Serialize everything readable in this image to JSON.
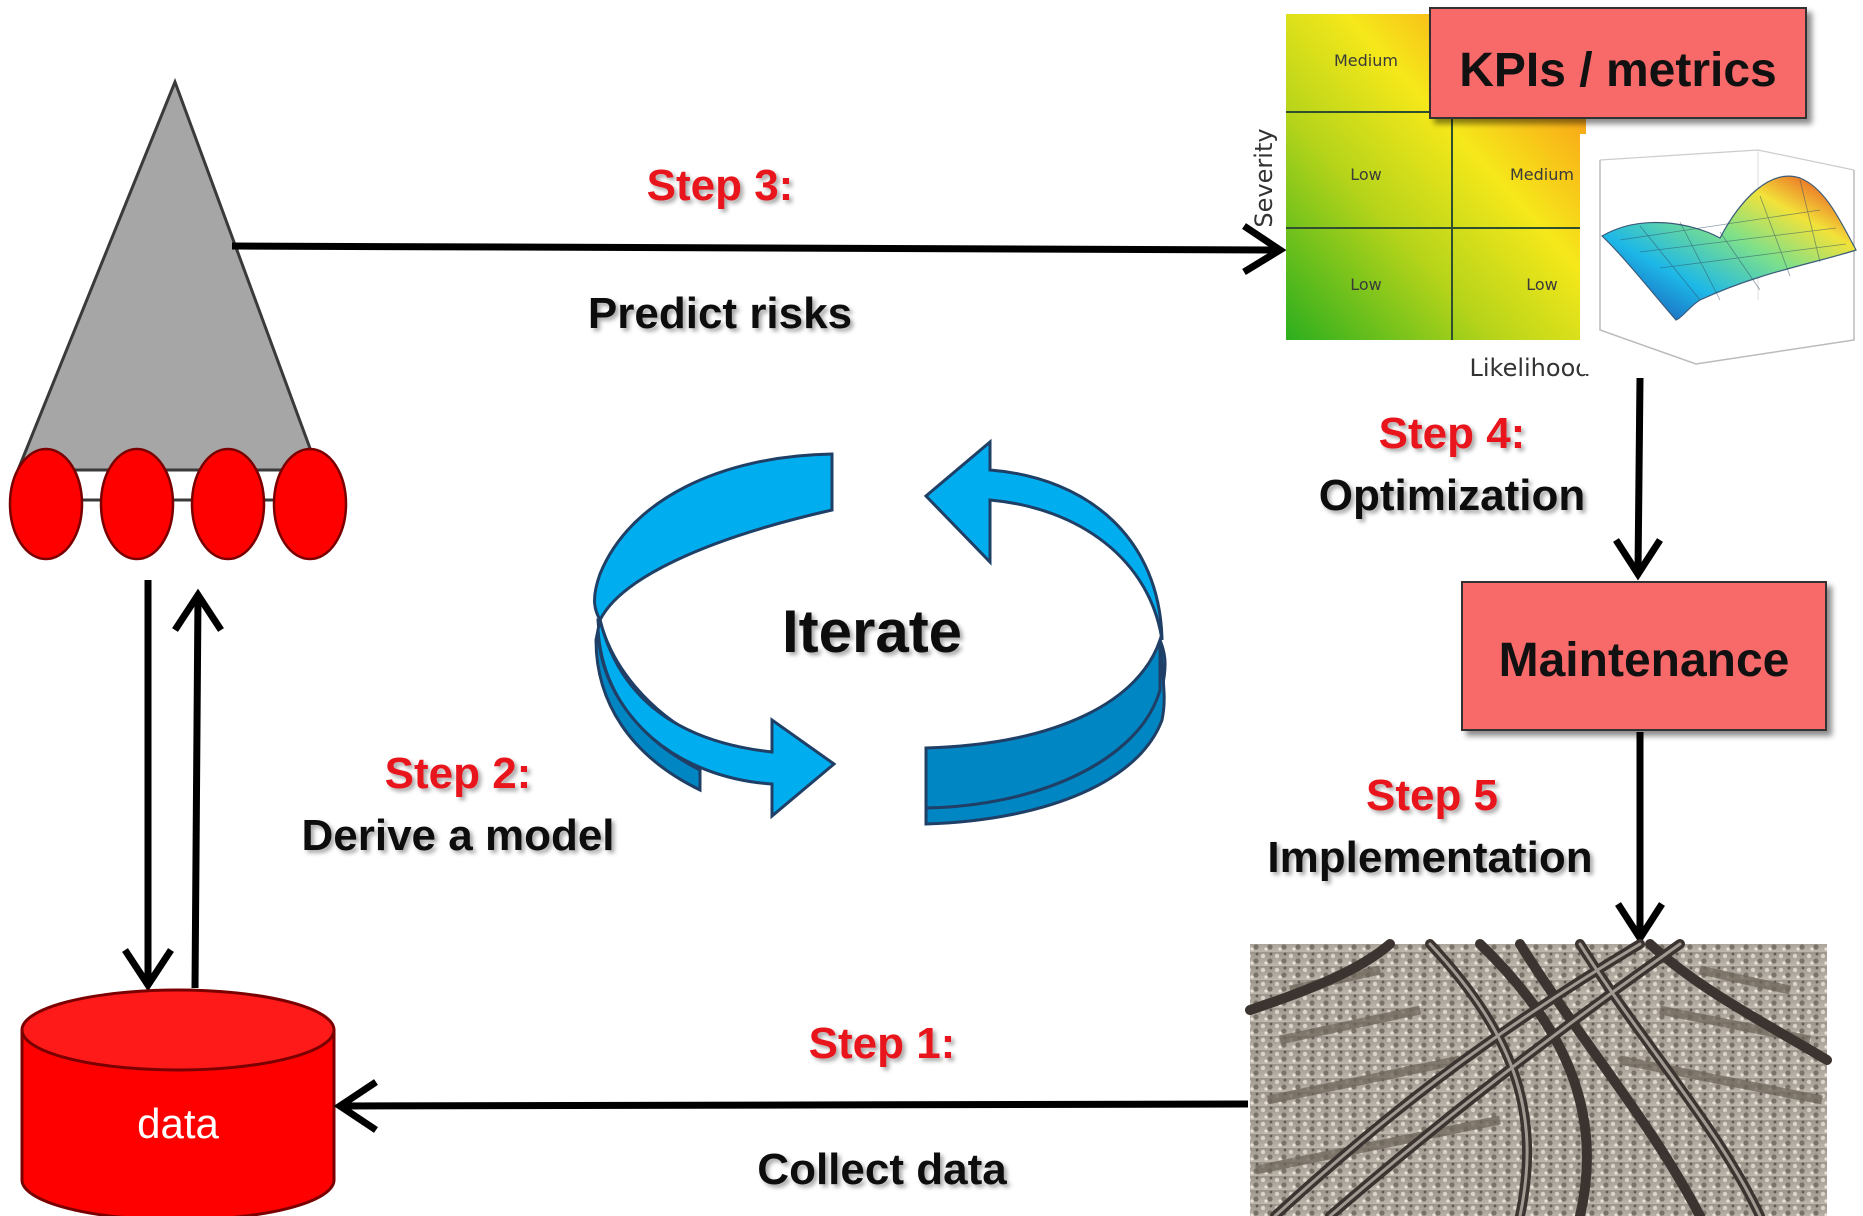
{
  "steps": {
    "step1": {
      "label": "Step 1:",
      "description": "Collect data"
    },
    "step2": {
      "label": "Step 2:",
      "description": "Derive a model"
    },
    "step3": {
      "label": "Step 3:",
      "description": "Predict risks"
    },
    "step4": {
      "label": "Step 4:",
      "description": "Optimization"
    },
    "step5": {
      "label": "Step 5",
      "description": "Implementation"
    }
  },
  "cycle": {
    "label": "Iterate"
  },
  "database": {
    "label": "data"
  },
  "boxes": {
    "kpi": "KPIs / metrics",
    "maintenance": "Maintenance"
  },
  "risk_matrix": {
    "y_axis": "Severity",
    "x_axis": "Likelihood",
    "cells": [
      "Medium",
      "Low",
      "Medium",
      "Low",
      "Low"
    ]
  },
  "colors": {
    "step_text": "#e8141a",
    "box_fill": "#f8696b",
    "node_fill": "#ff0000",
    "tree_fill": "#a6a6a6",
    "cycle_fill": "#00aeef",
    "cycle_dark": "#0086c3"
  }
}
